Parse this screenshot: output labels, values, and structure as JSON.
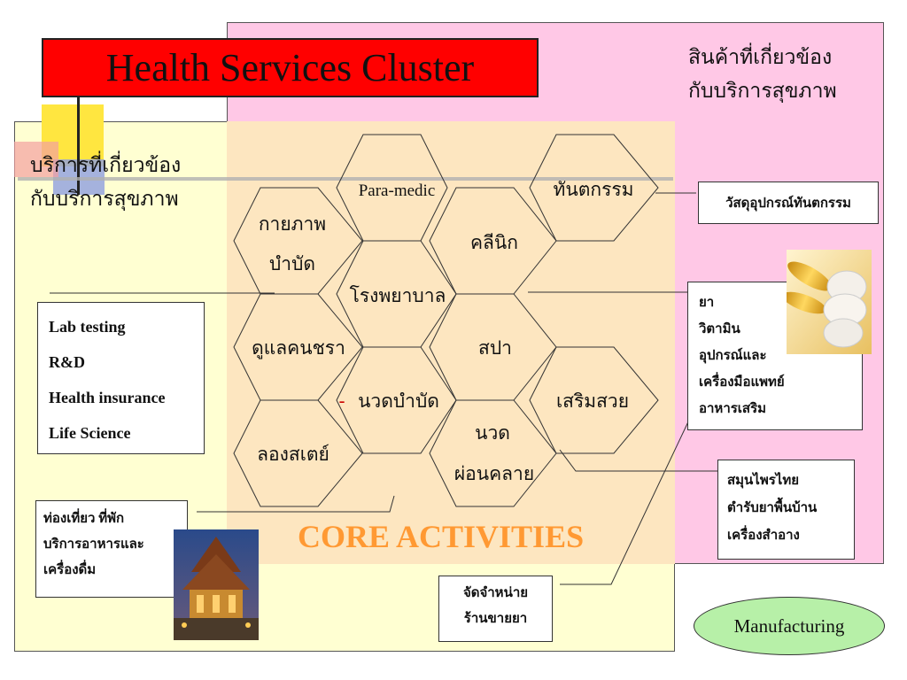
{
  "title": "Health Services Cluster",
  "related_products_label": [
    "สินค้าที่เกี่ยวข้อง",
    "กับบริการสุขภาพ"
  ],
  "related_services_label": [
    "บริการที่เกี่ยวข้อง",
    "กับบริการสุขภาพ"
  ],
  "core_label": "CORE ACTIVITIES",
  "hexagons": {
    "paramedic": "Para-medic",
    "dental": "ทันตกรรม",
    "physio_1": "กายภาพ",
    "physio_2": "บำบัด",
    "clinic": "คลีนิก",
    "hospital": "โรงพยาบาล",
    "elderly": "ดูแลคนชรา",
    "spa": "สปา",
    "dash": "-",
    "massage_therapy": "นวดบำบัด",
    "beauty": "เสริมสวย",
    "longstay": "ลองสเตย์",
    "relax_1": "นวด",
    "relax_2": "ผ่อนคลาย"
  },
  "lab_box": [
    "Lab testing",
    "R&D",
    "Health insurance",
    "Life Science"
  ],
  "tourism_box": [
    "ท่องเที่ยว ที่พัก",
    "บริการอาหารและ",
    "เครื่องดื่ม"
  ],
  "distribution_box": [
    "จัดจำหน่าย",
    "ร้านขายยา"
  ],
  "dental_supplies_box": "วัสดุอุปกรณ์ทันตกรรม",
  "medicine_box": [
    "ยา",
    "วิตามิน",
    "อุปกรณ์และ",
    "เครื่องมือแพทย์",
    "อาหารเสริม"
  ],
  "herbal_box": [
    "สมุนไพรไทย",
    "ตำรับยาพื้นบ้าน",
    "เครื่องสำอาง"
  ],
  "manufacturing": "Manufacturing",
  "colors": {
    "pink_region": "#ffc8e6",
    "yellow_region": "#ffffd2",
    "core_region": "#fde6c0",
    "title_bg": "#ff0000",
    "core_text": "#ff9933",
    "manufacturing_bg": "#b7f0a8"
  }
}
